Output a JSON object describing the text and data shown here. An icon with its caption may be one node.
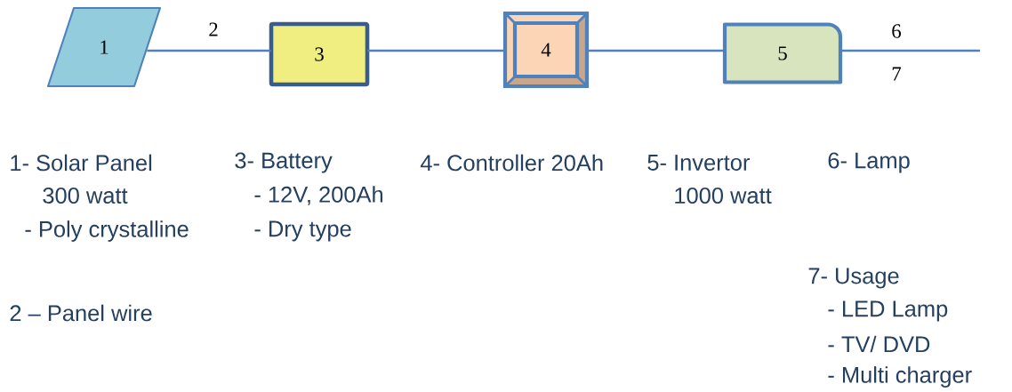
{
  "diagram": {
    "nodes": [
      {
        "text": [
          "1"
        ]
      },
      {
        "text": [
          "3"
        ]
      },
      {
        "text": [
          "4"
        ]
      },
      {
        "text": [
          "5"
        ]
      }
    ],
    "edges": [
      {
        "from": 0,
        "to": 1,
        "arrow": "none",
        "label": "2"
      },
      {
        "from": 1,
        "to": 2,
        "arrow": "none"
      },
      {
        "from": 2,
        "to": 3,
        "arrow": "none"
      },
      {
        "from": 3,
        "to": null,
        "arrow": "none",
        "label": "6"
      }
    ],
    "labels": [
      "7",
      "1- Solar Panel",
      "3- Battery",
      "4- Controller 20Ah",
      "5- Invertor",
      "6- Lamp",
      "300 watt",
      "- 12V, 200Ah",
      "1000 watt",
      "- Poly crystalline",
      "- Dry type",
      "7- Usage",
      "2 – Panel wire",
      "- LED Lamp",
      "- TV/ DVD",
      "- Multi charger"
    ]
  }
}
